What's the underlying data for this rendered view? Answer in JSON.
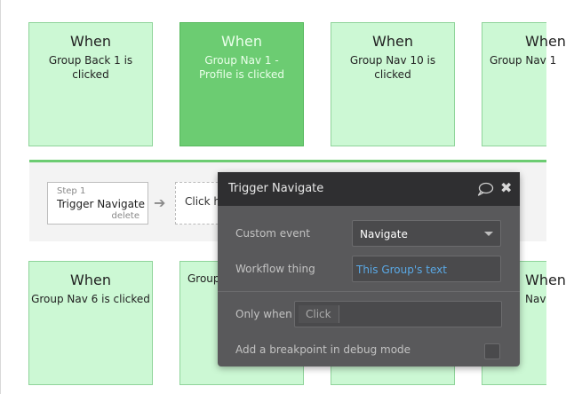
{
  "event_cards_top": [
    {
      "when": "When",
      "name": "Group Back 1 is clicked"
    },
    {
      "when": "When",
      "name": "Group Nav 1 - Profile is clicked"
    },
    {
      "when": "When",
      "name": "Group Nav 10 is clicked"
    },
    {
      "when": "When",
      "name": "Group Nav 1"
    }
  ],
  "event_cards_bottom": [
    {
      "when": "When",
      "name": "Group Nav 6 is clicked"
    },
    {
      "when": "",
      "name": "Group"
    },
    {
      "when": "",
      "name": ""
    },
    {
      "when": "When",
      "name": "Nav"
    }
  ],
  "workflow": {
    "step_label": "Step 1",
    "step_title": "Trigger Navigate",
    "delete_label": "delete",
    "arrow": "➔",
    "add_step_label": "Click h"
  },
  "panel": {
    "title": "Trigger Navigate",
    "close": "✖",
    "custom_event_label": "Custom event",
    "custom_event_value": "Navigate",
    "workflow_thing_label": "Workflow thing",
    "workflow_thing_value": "This Group's text",
    "only_when_label": "Only when",
    "only_when_value": "Click",
    "breakpoint_label": "Add a breakpoint in debug mode"
  },
  "colors": {
    "card_bg": "#ccf8d4",
    "card_active_bg": "#6ccc72",
    "panel_bg": "#59595b",
    "panel_header_bg": "#2f2f31",
    "link_blue": "#5aa9e6"
  },
  "icons": {
    "comment": "comment-bubble-icon",
    "close": "close-icon",
    "arrow": "arrow-right-icon",
    "caret": "chevron-down-icon"
  }
}
